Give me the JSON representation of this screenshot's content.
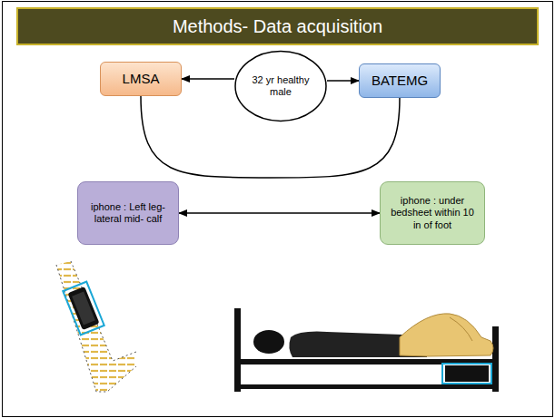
{
  "diagram": {
    "title": "Methods- Data acquisition",
    "nodes": [
      {
        "text": [
          "32 yr healthy male"
        ]
      },
      {
        "text": [
          "LMSA"
        ]
      },
      {
        "text": [
          "BATEMG"
        ]
      },
      {
        "text": [
          "iphone : Left leg- lateral mid- calf"
        ]
      },
      {
        "text": [
          "iphone : under bedsheet within 10 in of foot"
        ]
      }
    ],
    "edges": [
      {
        "from": 0,
        "to": 1,
        "arrow": "to"
      },
      {
        "from": 0,
        "to": 2,
        "arrow": "to"
      },
      {
        "from": 1,
        "to": 2,
        "arrow": "none"
      },
      {
        "from": 3,
        "to": 4,
        "arrow": "both"
      }
    ]
  }
}
